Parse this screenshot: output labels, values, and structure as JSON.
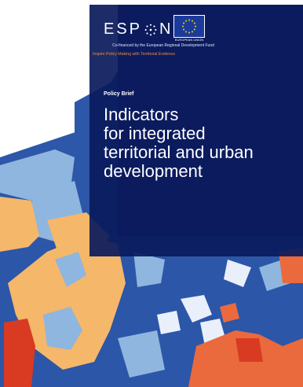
{
  "header": {
    "logo_text_left": "ESP",
    "logo_text_right": "N",
    "eu_caption": "EUROPEAN UNION",
    "cofinanced": "Co-financed by the European Regional Development Fund",
    "tagline": "Inspire Policy Making with Territorial Evidence"
  },
  "brief": {
    "label": "Policy Brief",
    "title_lines": [
      "Indicators",
      "for integrated",
      "territorial and urban",
      "development"
    ]
  },
  "colors": {
    "panel": "#0a1a5c",
    "accent_orange": "#f08a3a",
    "map_dark_blue": "#2c56a8",
    "map_light_blue": "#8fb6de",
    "map_sand": "#f5b76a",
    "map_coral": "#ea6a3e",
    "map_red": "#d93a22"
  },
  "icons": [
    "espon-logo-icon",
    "eu-flag-icon"
  ]
}
